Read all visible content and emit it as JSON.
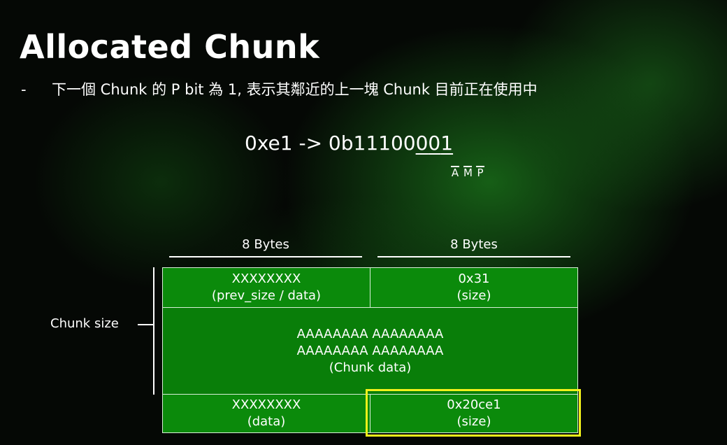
{
  "slide": {
    "title": "Allocated Chunk",
    "bullet_marker": "-",
    "bullet_text": "下一個 Chunk 的 P bit 為 1, 表示其鄰近的上一塊 Chunk 目前正在使用中"
  },
  "formula": {
    "prefix": "0xe1 -> 0b11100",
    "bit_a": "0",
    "bit_m": "0",
    "bit_p": "1",
    "flags": [
      "A",
      "M",
      "P"
    ]
  },
  "diagram": {
    "col_headers": [
      "8 Bytes",
      "8 Bytes"
    ],
    "side_label": "Chunk size",
    "rows": [
      {
        "left": {
          "line1": "XXXXXXXX",
          "line2": "(prev_size / data)"
        },
        "right": {
          "line1": "0x31",
          "line2": "(size)"
        }
      },
      {
        "full": {
          "line1": "AAAAAAAA AAAAAAAA",
          "line2": "AAAAAAAA AAAAAAAA",
          "line3": "(Chunk data)"
        }
      },
      {
        "left": {
          "line1": "XXXXXXXX",
          "line2": "(data)"
        },
        "right": {
          "line1": "0x20ce1",
          "line2": "(size)"
        }
      }
    ],
    "highlighted_cell": "0x20ce1",
    "colors": {
      "cell_fill": "#0b8a0b",
      "highlight": "#f2f21a",
      "text": "#ffffff"
    }
  }
}
